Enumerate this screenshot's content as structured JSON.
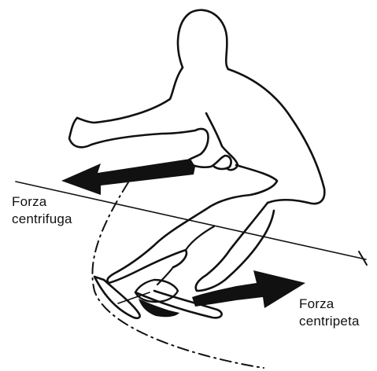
{
  "labels": {
    "centrifugal_force": [
      "Forza",
      "centrifuga"
    ],
    "centripetal_force": [
      "Forza",
      "centripeta"
    ]
  },
  "colors": {
    "ink": "#111111",
    "background": "#ffffff"
  }
}
